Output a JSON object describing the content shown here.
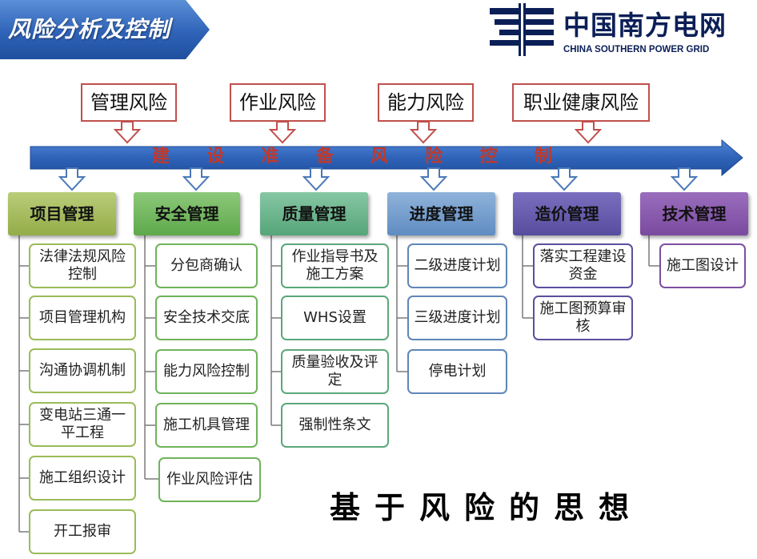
{
  "slide": {
    "title": "风险分析及控制",
    "motto": "基于风险的思想"
  },
  "logo": {
    "name_cn": "中国南方电网",
    "name_en": "CHINA SOUTHERN POWER GRID",
    "color": "#0b1f57"
  },
  "risks": [
    "管理风险",
    "作业风险",
    "能力风险",
    "职业健康风险"
  ],
  "main_bar": {
    "label_chars": [
      "建",
      "设",
      "准",
      "备",
      "风",
      "险",
      "控",
      "制"
    ],
    "color": "#2f63b8",
    "text_color": "#c0392b"
  },
  "categories": [
    {
      "label": "项目管理",
      "items": [
        "法律法规风险控制",
        "项目管理机构",
        "沟通协调机制",
        "变电站三通一平工程",
        "施工组织设计",
        "开工报审"
      ]
    },
    {
      "label": "安全管理",
      "items": [
        "分包商确认",
        "安全技术交底",
        "能力风险控制",
        "施工机具管理",
        "作业风险评估"
      ]
    },
    {
      "label": "质量管理",
      "items": [
        "作业指导书及施工方案",
        "WHS设置",
        "质量验收及评定",
        "强制性条文"
      ]
    },
    {
      "label": "进度管理",
      "items": [
        "二级进度计划",
        "三级进度计划",
        "停电计划"
      ]
    },
    {
      "label": "造价管理",
      "items": [
        "落实工程建设资金",
        "施工图预算审核"
      ]
    },
    {
      "label": "技术管理",
      "items": [
        "施工图设计"
      ]
    }
  ]
}
